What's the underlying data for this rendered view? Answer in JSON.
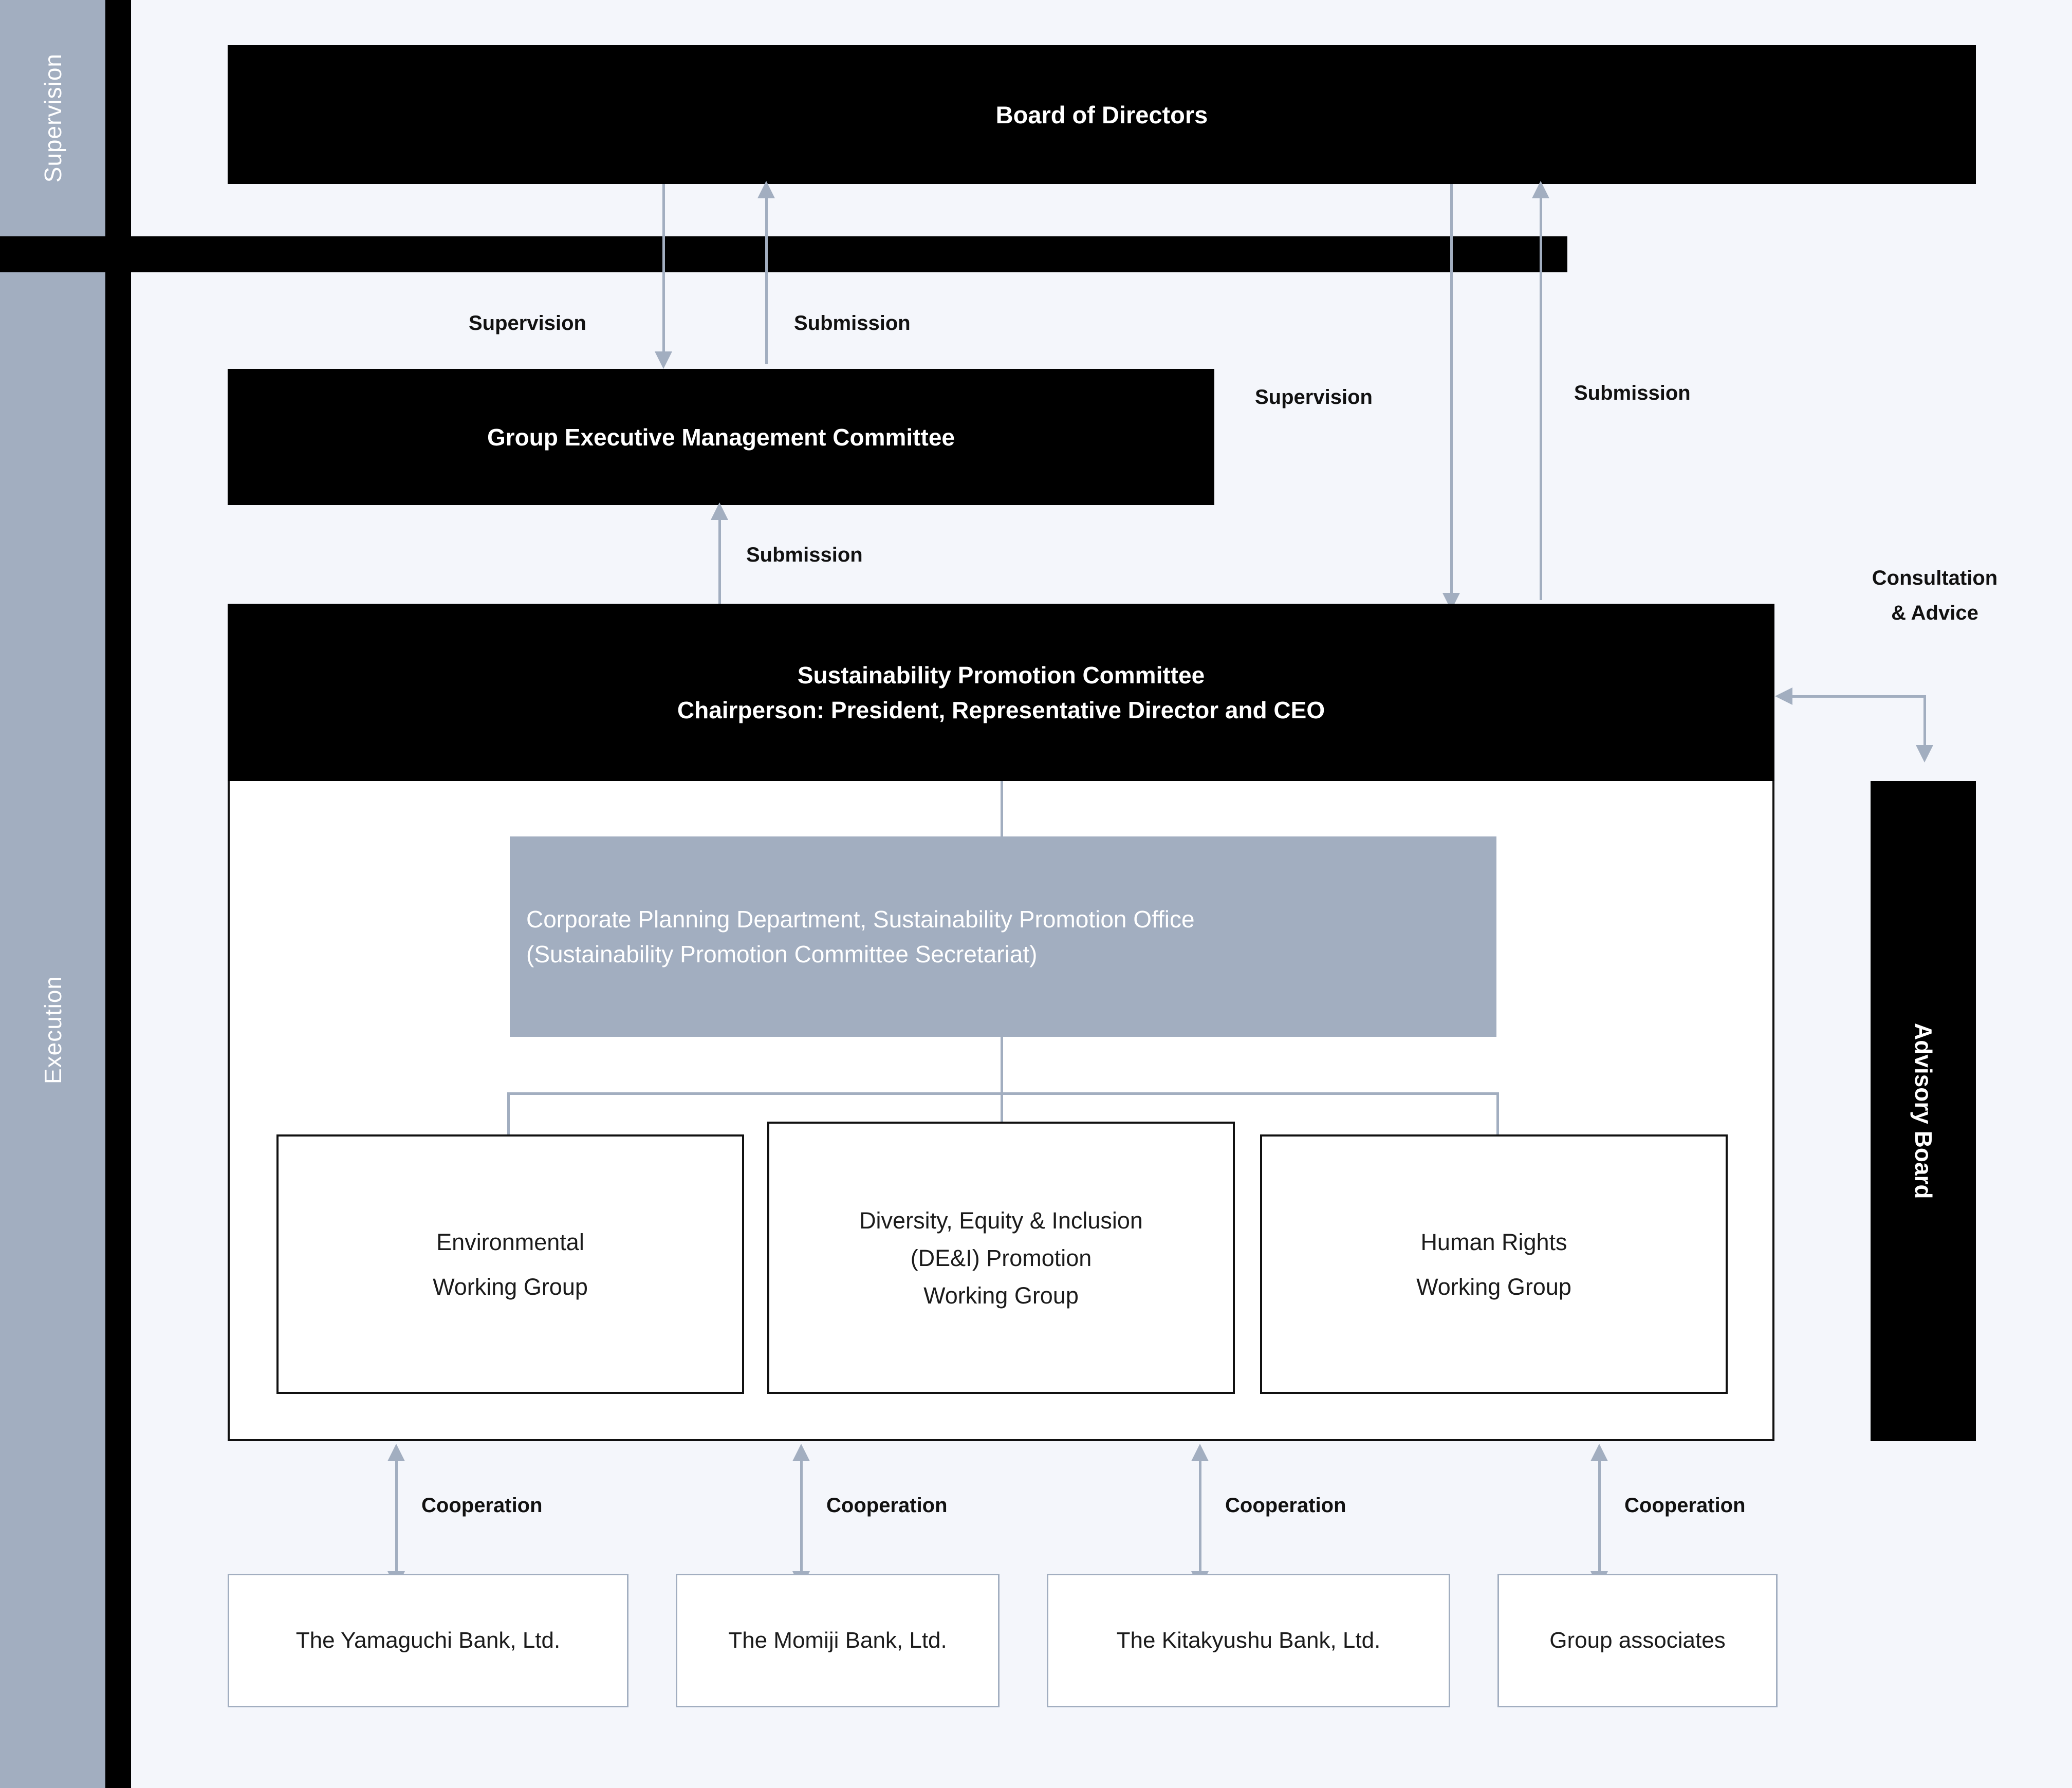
{
  "colors": {
    "background": "#f4f6fb",
    "black": "#000000",
    "gray_accent": "#a2aec0",
    "white": "#ffffff",
    "connector": "#a2aec0"
  },
  "rail": {
    "supervision_label": "Supervision",
    "execution_label": "Execution"
  },
  "nodes": {
    "board_of_directors": "Board of Directors",
    "group_executive_management_committee": "Group Executive Management Committee",
    "sustainability_committee_title": "Sustainability Promotion Committee",
    "sustainability_committee_chair": "Chairperson: President, Representative Director and CEO",
    "secretariat_line1": "Corporate Planning Department, Sustainability Promotion Office",
    "secretariat_line2": "(Sustainability Promotion Committee Secretariat)",
    "advisory_board": "Advisory Board"
  },
  "working_groups": [
    {
      "line1": "Environmental",
      "line2": "Working Group",
      "line3": ""
    },
    {
      "line1": "Diversity, Equity & Inclusion",
      "line2": "(DE&I) Promotion",
      "line3": "Working Group"
    },
    {
      "line1": "Human Rights",
      "line2": "Working Group",
      "line3": ""
    }
  ],
  "flows": {
    "supervision_left": "Supervision",
    "submission_left": "Submission",
    "supervision_right": "Supervision",
    "submission_right": "Submission",
    "submission_mid": "Submission",
    "consultation_line1": "Consultation",
    "consultation_line2": "& Advice"
  },
  "cooperation_labels": [
    "Cooperation",
    "Cooperation",
    "Cooperation",
    "Cooperation"
  ],
  "entities": [
    "The Yamaguchi Bank, Ltd.",
    "The Momiji Bank, Ltd.",
    "The Kitakyushu Bank, Ltd.",
    "Group associates"
  ]
}
